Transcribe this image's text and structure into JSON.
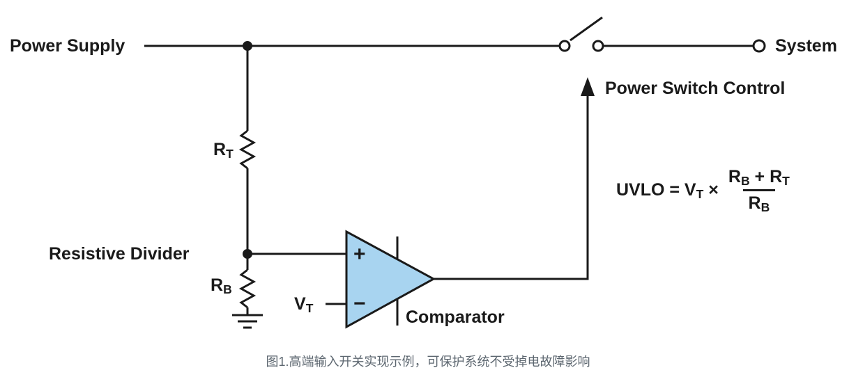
{
  "colors": {
    "wire": "#1a1a1a",
    "comparator_fill": "#a8d4f0",
    "caption_text": "#5d6770",
    "background": "#ffffff"
  },
  "labels": {
    "power_supply": "Power Supply",
    "system": "System",
    "power_switch_control": "Power Switch Control",
    "resistive_divider": "Resistive Divider",
    "comparator": "Comparator",
    "rt": {
      "base": "R",
      "sub": "T"
    },
    "rb": {
      "base": "R",
      "sub": "B"
    },
    "vt": {
      "base": "V",
      "sub": "T"
    },
    "plus": "+",
    "minus": "−"
  },
  "formula": {
    "lhs_base": "UVLO = V",
    "lhs_sub": "T",
    "times": " × ",
    "num": [
      {
        "base": "R",
        "sub": "B"
      },
      {
        "base": " + R",
        "sub": "T"
      }
    ],
    "den": {
      "base": "R",
      "sub": "B"
    }
  },
  "caption": "图1.高端输入开关实现示例，可保护系统不受掉电故障影响"
}
